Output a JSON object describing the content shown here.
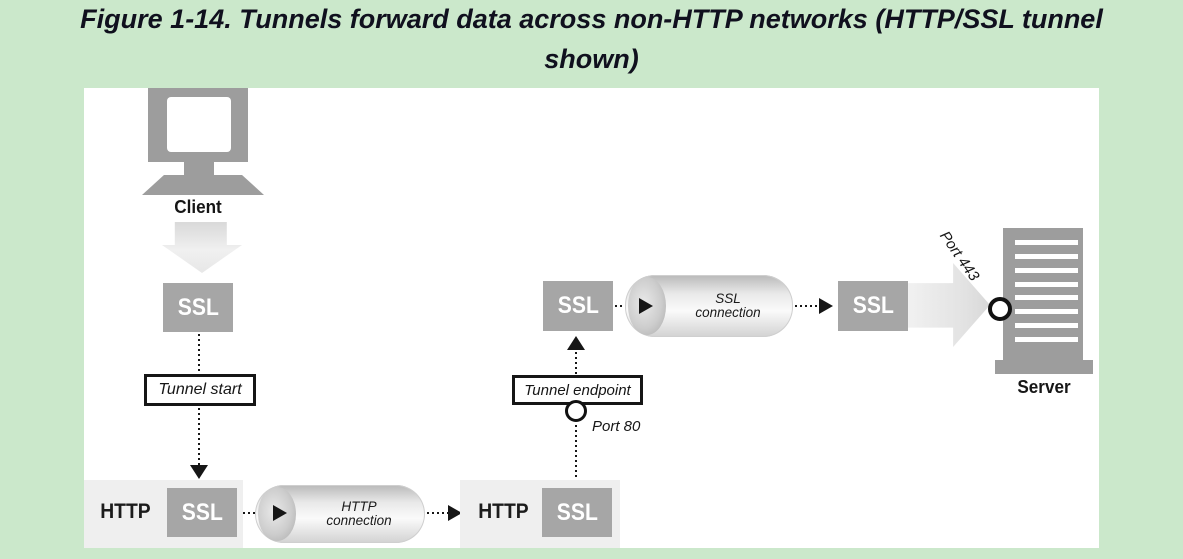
{
  "caption": {
    "line1": "Figure 1-14. Tunnels forward data across non-HTTP networks (HTTP/SSL tunnel",
    "line2": "shown)"
  },
  "nodes": {
    "client_label": "Client",
    "server_label": "Server",
    "ssl": "SSL",
    "http": "HTTP"
  },
  "tags": {
    "tunnel_start": "Tunnel start",
    "tunnel_endpoint": "Tunnel endpoint",
    "port_80": "Port 80",
    "port_443": "Port 443"
  },
  "pipes": {
    "http_connection": {
      "line1": "HTTP",
      "line2": "connection"
    },
    "ssl_connection": {
      "line1": "SSL",
      "line2": "connection"
    }
  },
  "colors": {
    "background_green": "#cbe8cb",
    "canvas_white": "#ffffff",
    "icon_gray": "#9d9d9d",
    "ssl_box_gray": "#a6a6a6",
    "panel_gray": "#efefef",
    "line_black": "#161616",
    "caption_dark": "#10101e"
  }
}
